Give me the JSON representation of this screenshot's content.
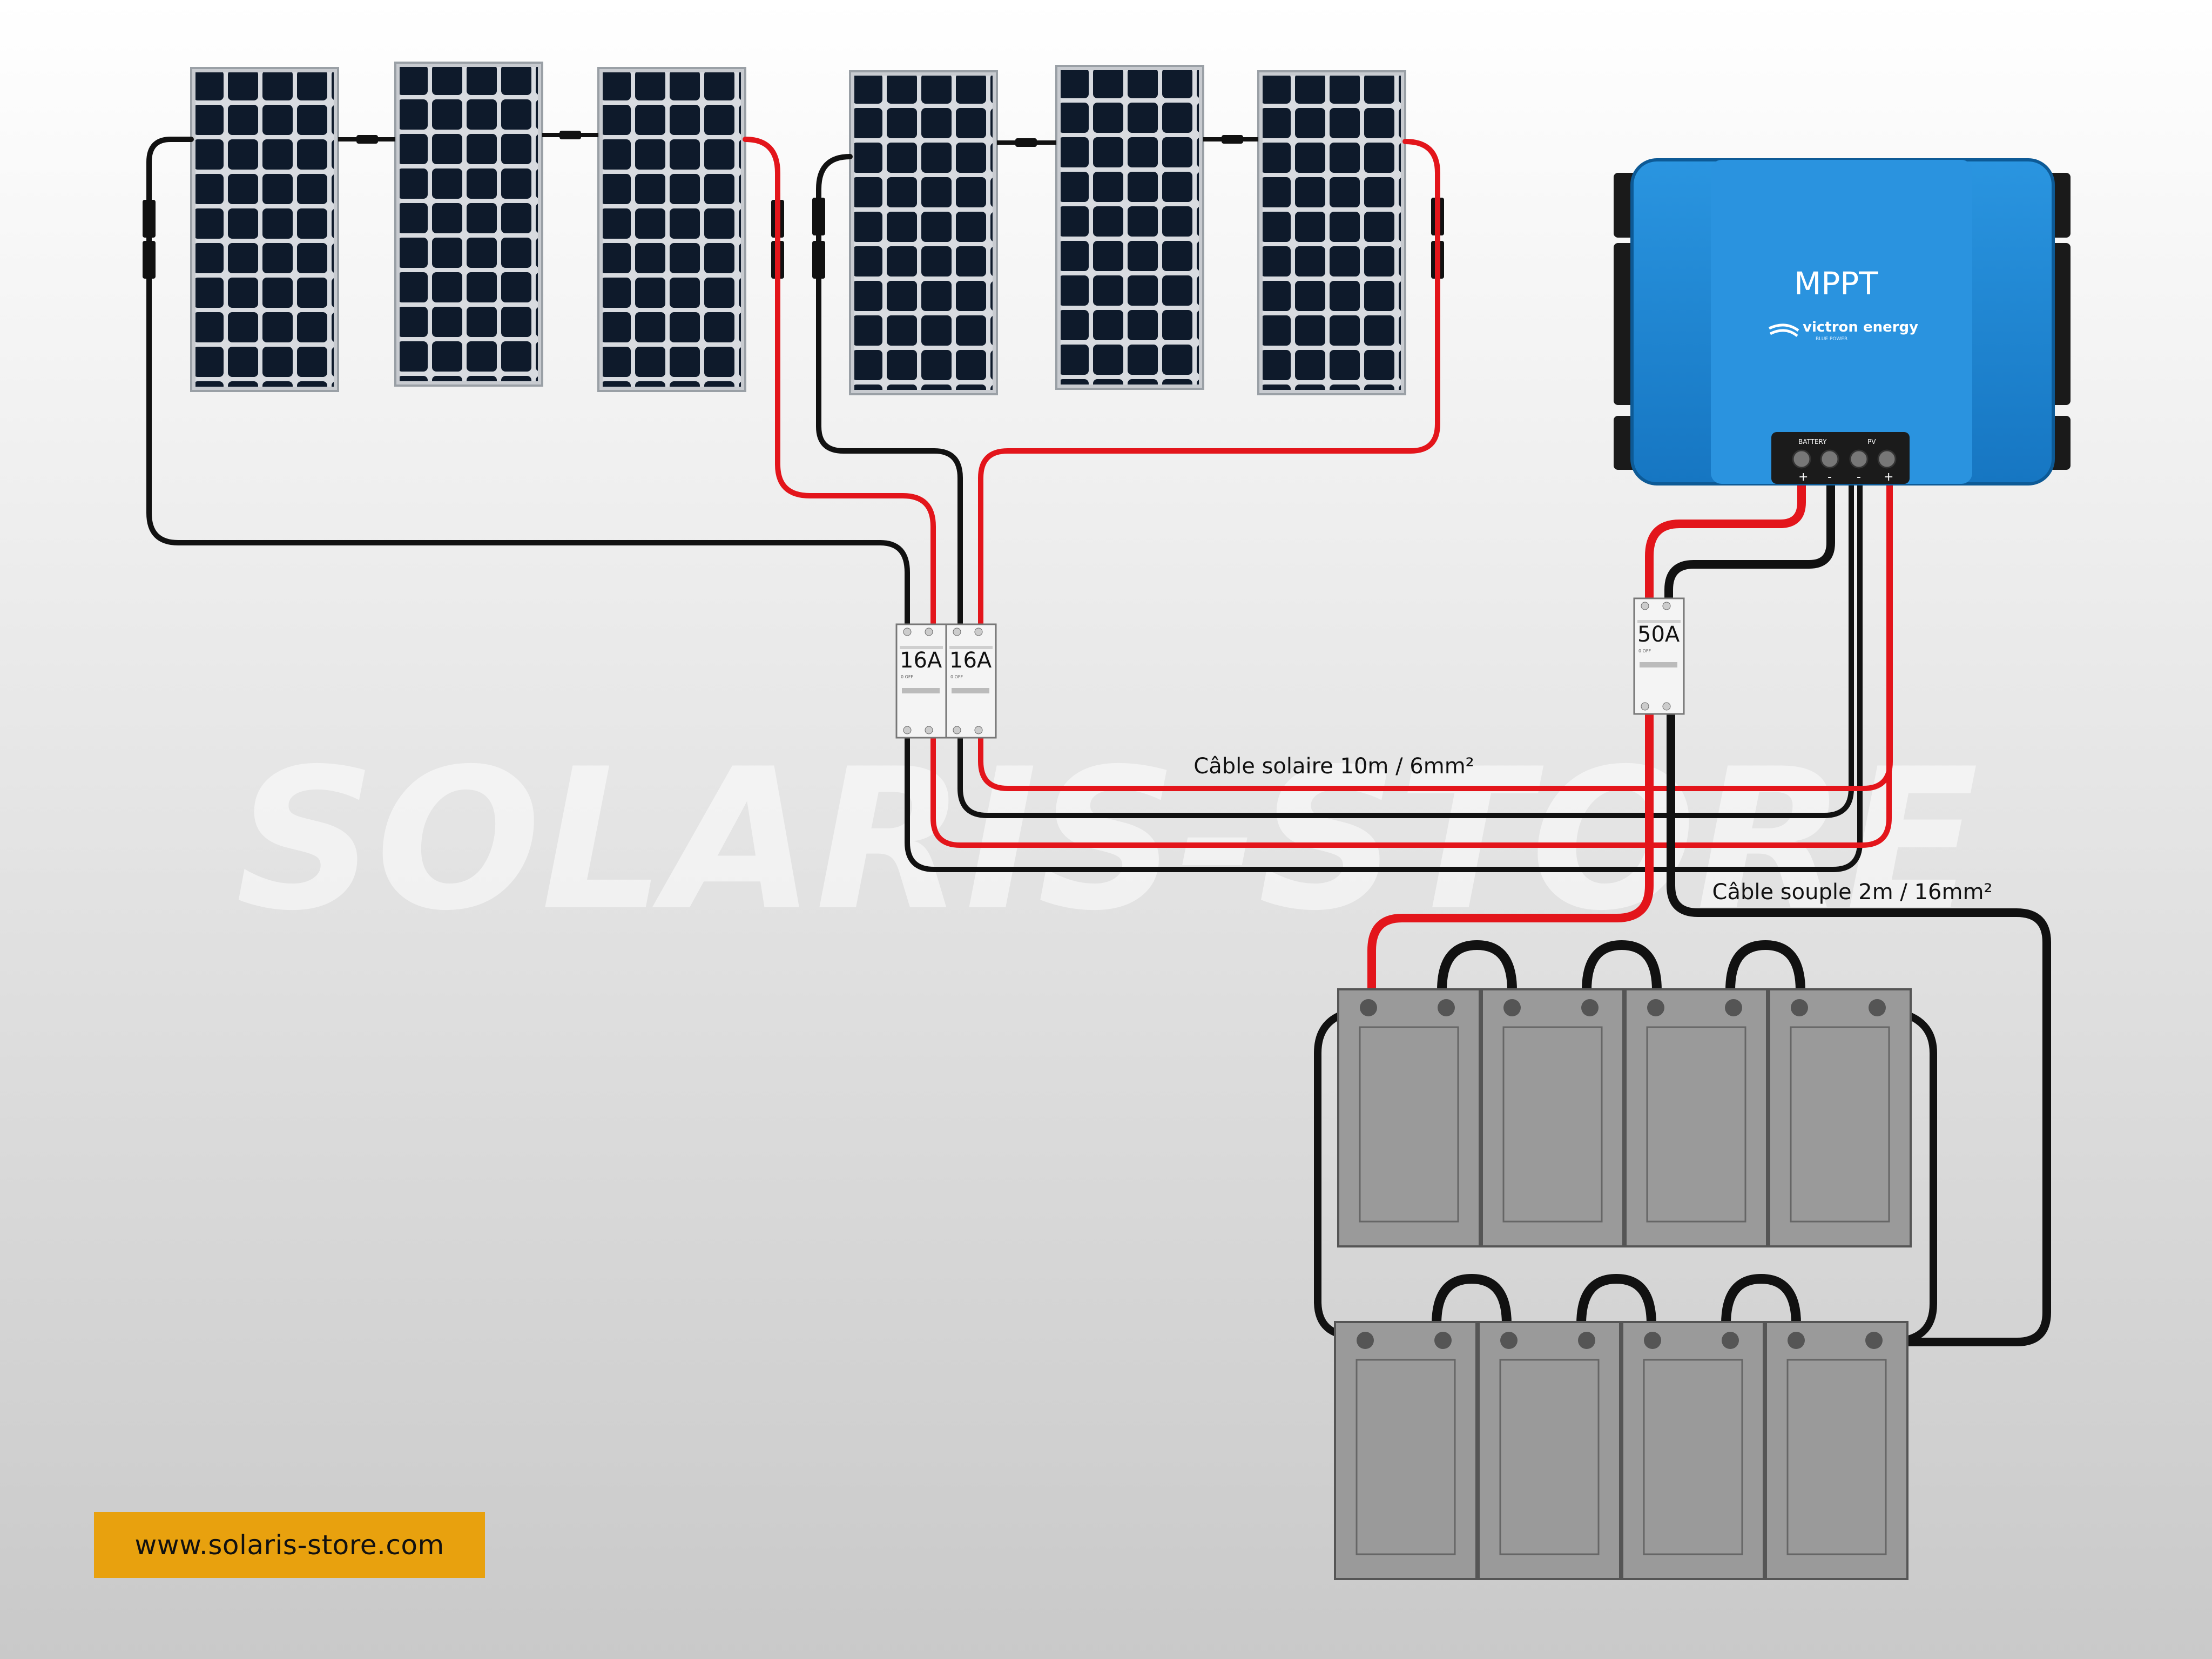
{
  "watermark": "SOLARIS-STORE",
  "controller": {
    "title": "MPPT",
    "brand": "victron energy",
    "brand_tagline": "BLUE POWER",
    "terminal_group_battery": "BATTERY",
    "terminal_group_pv": "PV",
    "terminal_signs": [
      "+",
      "-",
      "-",
      "+"
    ],
    "body_color": "#1e8ad6"
  },
  "breakers": [
    {
      "rating": "16A",
      "state": "0 OFF"
    },
    {
      "rating": "16A",
      "state": "0 OFF"
    },
    {
      "rating": "50A",
      "state": "0 OFF"
    }
  ],
  "cable_labels": {
    "solar": "Câble solaire 10m / 6mm²",
    "battery": "Câble souple 2m / 16mm²"
  },
  "website": "www.solaris-store.com",
  "colors": {
    "positive_wire": "#e3151b",
    "negative_wire": "#111111",
    "badge": "#e8a10e",
    "battery": "#9a9a9a",
    "panel_cell": "#0e1a2b"
  },
  "counts": {
    "solar_panels": 6,
    "batteries": 8
  }
}
